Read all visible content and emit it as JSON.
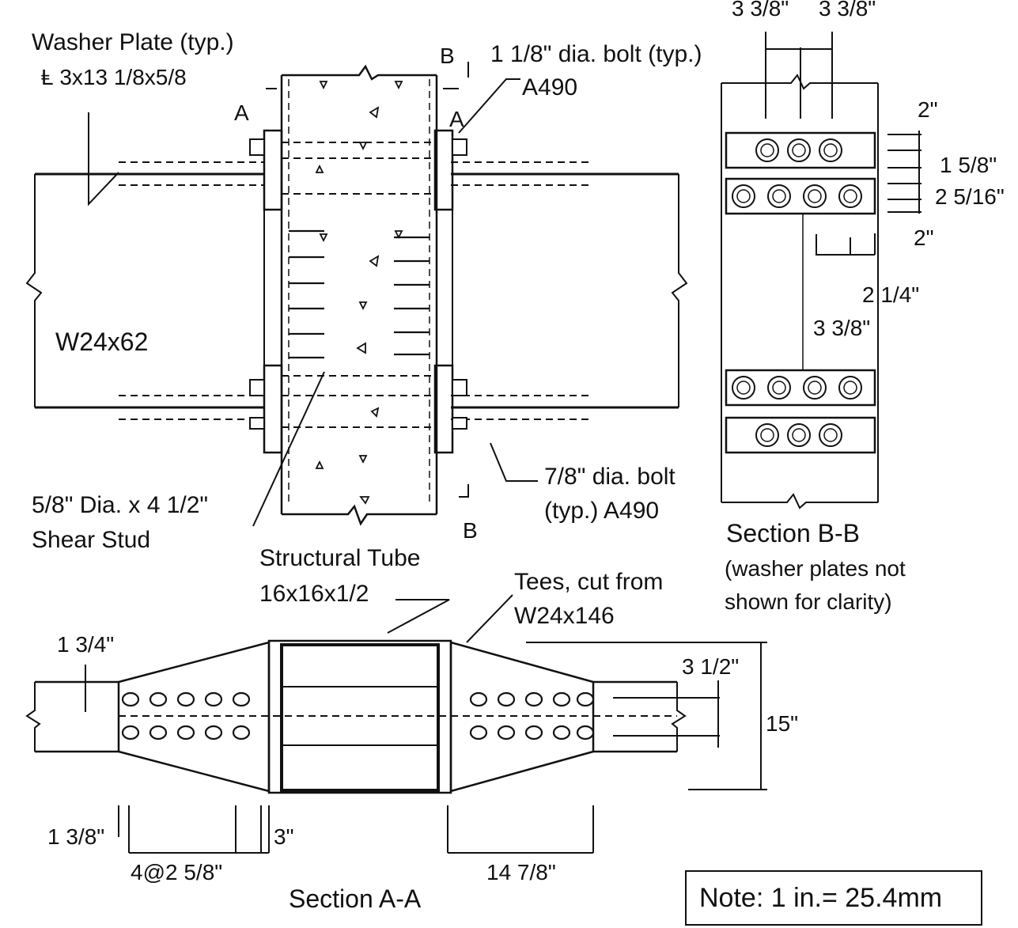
{
  "labels": {
    "washer_plate": "Washer Plate (typ.)",
    "washer_plate_size": "Ⱡ 3x13 1/8x5/8",
    "bolt_large": "1 1/8\" dia. bolt (typ.)",
    "bolt_large_grade": "A490",
    "beam": "W24x62",
    "stud_size": "5/8\" Dia. x 4 1/2\"",
    "stud": "Shear Stud",
    "bolt_small": "7/8\" dia. bolt",
    "bolt_small_grade": "(typ.) A490",
    "tube": "Structural Tube",
    "tube_size": "16x16x1/2",
    "tees": "Tees, cut from",
    "tees_size": "W24x146",
    "sec_a": "A",
    "sec_b": "B"
  },
  "section_bb": {
    "title": "Section B-B",
    "note_line1": "(washer plates not",
    "note_line2": "shown for clarity)",
    "dims": {
      "top_left": "3 3/8\"",
      "top_right": "3 3/8\"",
      "d1": "2\"",
      "d2": "1 5/8\"",
      "d3": "2 5/16\"",
      "d4": "2\"",
      "d5": "2 1/4\"",
      "d6": "3 3/8\""
    }
  },
  "section_aa": {
    "title": "Section A-A",
    "dims": {
      "flange": "1 3/4\"",
      "half": "3 1/2\"",
      "depth": "15\"",
      "edge": "1 3/8\"",
      "gap": "3\"",
      "spacing": "4@2 5/8\"",
      "tee_len": "14 7/8\""
    }
  },
  "note": "Note: 1 in.= 25.4mm"
}
